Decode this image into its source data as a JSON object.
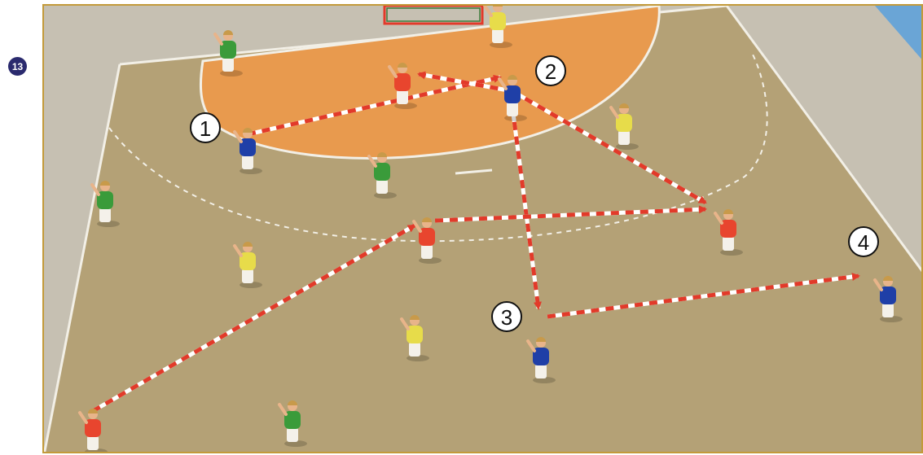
{
  "figure_number": "13",
  "markers": [
    {
      "id": "1",
      "label": "1"
    },
    {
      "id": "2",
      "label": "2"
    },
    {
      "id": "3",
      "label": "3"
    },
    {
      "id": "4",
      "label": "4"
    }
  ],
  "colors": {
    "court": "#b4a176",
    "goal_area": "#e89a4e",
    "out_of_bounds": "#c6c0b2",
    "water": "#6aa5d6",
    "team_red": "#e8452e",
    "team_blue": "#1f3fa7",
    "team_green": "#3a9b3a",
    "team_yellow": "#e7dc4a",
    "arrow": "#e23a2a",
    "frame": "#c39a3a"
  },
  "players": [
    {
      "team": "green",
      "role": "player"
    },
    {
      "team": "yellow",
      "role": "goalkeeper"
    },
    {
      "team": "red",
      "role": "player"
    },
    {
      "team": "blue",
      "role": "player",
      "marker": "2"
    },
    {
      "team": "blue",
      "role": "player",
      "marker": "1"
    },
    {
      "team": "yellow",
      "role": "player"
    },
    {
      "team": "green",
      "role": "player"
    },
    {
      "team": "green",
      "role": "player"
    },
    {
      "team": "red",
      "role": "player"
    },
    {
      "team": "red",
      "role": "player"
    },
    {
      "team": "yellow",
      "role": "player"
    },
    {
      "team": "blue",
      "role": "player",
      "marker": "4"
    },
    {
      "team": "yellow",
      "role": "player"
    },
    {
      "team": "blue",
      "role": "player",
      "marker": "3"
    },
    {
      "team": "red",
      "role": "player"
    },
    {
      "team": "green",
      "role": "player"
    }
  ],
  "passes": [
    {
      "from": "player-1",
      "to": "player-2"
    },
    {
      "from": "player-2",
      "to": "red-left-back"
    },
    {
      "from": "player-2",
      "to": "red-right"
    },
    {
      "from": "player-2",
      "to": "player-3"
    },
    {
      "from": "red-center",
      "to": "red-right"
    },
    {
      "from": "red-corner",
      "to": "red-center"
    },
    {
      "from": "player-3",
      "to": "player-4"
    }
  ]
}
